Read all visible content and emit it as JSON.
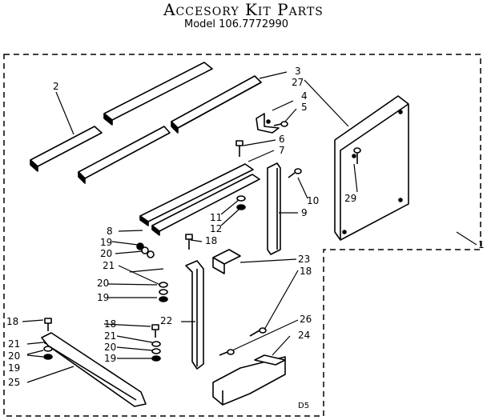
{
  "header": {
    "title": "Accesory Kit Parts",
    "model": "Model 106.7772990"
  },
  "labels": {
    "l1": "1",
    "l2": "2",
    "l3": "3",
    "l27": "27",
    "l4": "4",
    "l5": "5",
    "l6": "6",
    "l7": "7",
    "l29": "29",
    "l10": "10",
    "l9": "9",
    "l11": "11",
    "l12": "12",
    "l8": "8",
    "l19a": "19",
    "l20a": "20",
    "l18a": "18",
    "l21a": "21",
    "l23": "23",
    "l20b": "20",
    "l18b": "18",
    "l19b": "19",
    "l18c": "18",
    "l26": "26",
    "l22": "22",
    "l24": "24",
    "l21b": "21",
    "l18d": "18",
    "l21c": "21",
    "l20c": "20",
    "l20d": "20",
    "l19c": "19",
    "l19d": "19",
    "l25": "25",
    "ds": "D5"
  },
  "colors": {
    "ink": "#000000",
    "paper": "#ffffff"
  }
}
